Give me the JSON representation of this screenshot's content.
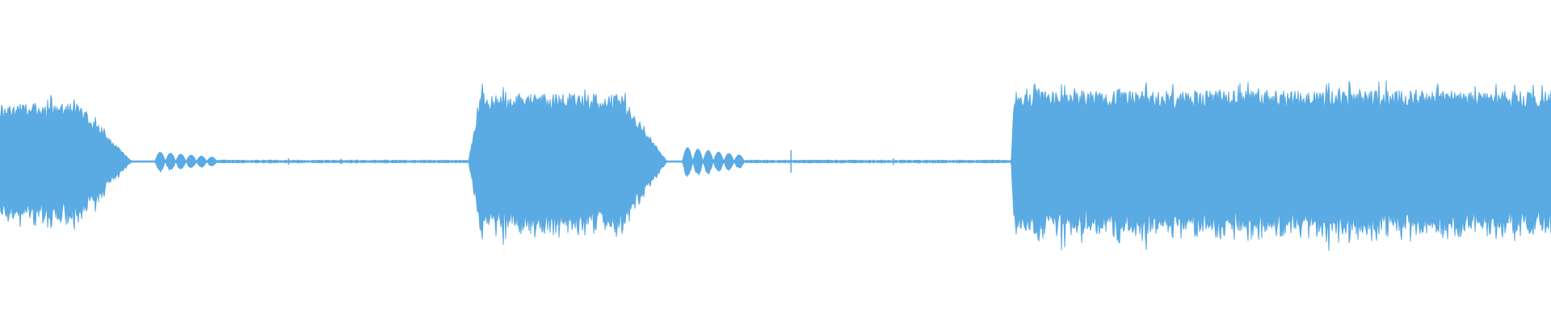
{
  "waveform": {
    "color": "#5aaae3",
    "background": "#ffffff",
    "segments": [
      {
        "kind": "burst",
        "start": 0.0,
        "end": 0.085,
        "amplitude": 0.18,
        "fade_out": 0.035
      },
      {
        "kind": "ripple",
        "start": 0.1,
        "end": 0.14,
        "amplitude": 0.03
      },
      {
        "kind": "silence",
        "start": 0.14,
        "end": 0.302,
        "amplitude": 0.003
      },
      {
        "kind": "burst",
        "start": 0.302,
        "end": 0.43,
        "amplitude": 0.21,
        "fade_in": 0.008,
        "fade_out": 0.03
      },
      {
        "kind": "ripple",
        "start": 0.44,
        "end": 0.48,
        "amplitude": 0.045
      },
      {
        "kind": "silence",
        "start": 0.48,
        "end": 0.652,
        "amplitude": 0.003
      },
      {
        "kind": "burst",
        "start": 0.652,
        "end": 1.0,
        "amplitude": 0.22,
        "fade_in": 0.002,
        "fade_out": 0.0
      }
    ],
    "clicks": [
      {
        "position": 0.186,
        "amplitude": 0.01
      },
      {
        "position": 0.22,
        "amplitude": 0.008
      },
      {
        "position": 0.51,
        "amplitude": 0.035
      },
      {
        "position": 0.576,
        "amplitude": 0.01
      }
    ]
  }
}
